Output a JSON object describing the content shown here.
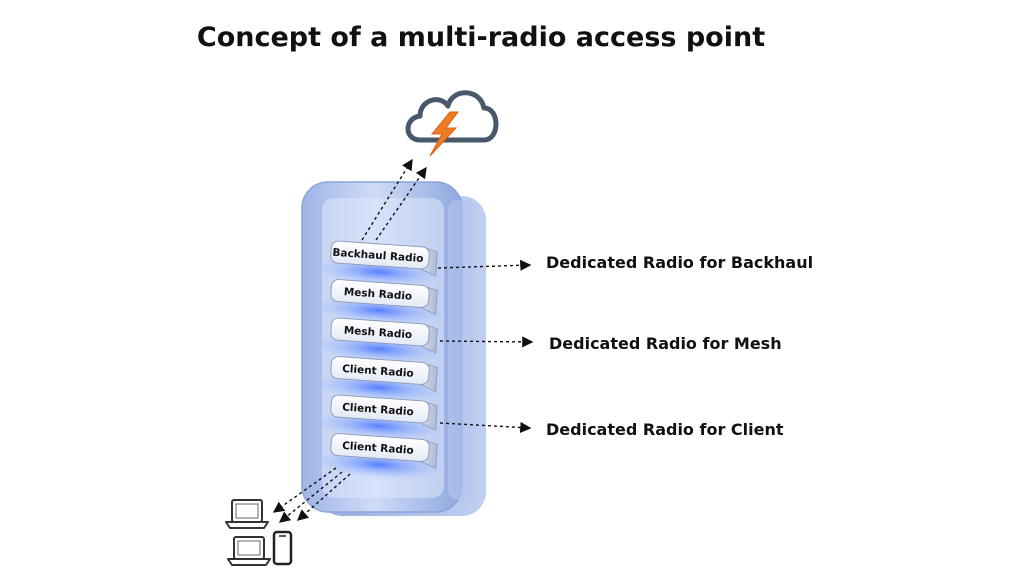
{
  "title": "Concept of a multi-radio access point",
  "colors": {
    "enclosure": "#a9bfee",
    "module_top": "#f4f6fb",
    "glow": "#4f7dff",
    "lightning": "#f07c22",
    "cloud_stroke": "#47596b"
  },
  "icons": [
    "cloud-icon",
    "lightning-icon",
    "laptop-icon",
    "smartphone-icon"
  ],
  "radios": [
    {
      "label": "Backhaul Radio"
    },
    {
      "label": "Mesh Radio"
    },
    {
      "label": "Mesh Radio"
    },
    {
      "label": "Client Radio"
    },
    {
      "label": "Client Radio"
    },
    {
      "label": "Client Radio"
    }
  ],
  "callouts": [
    {
      "label": "Dedicated Radio for Backhaul"
    },
    {
      "label": "Dedicated Radio for Mesh"
    },
    {
      "label": "Dedicated Radio for Client"
    }
  ]
}
